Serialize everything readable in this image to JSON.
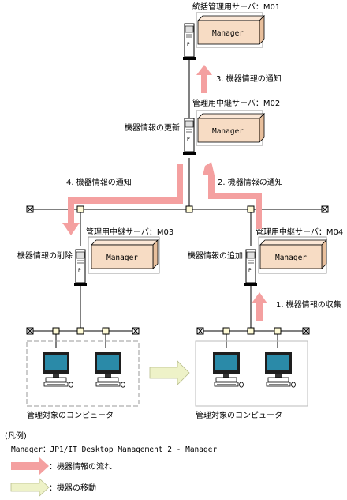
{
  "servers": {
    "m01": {
      "label": "統括管理用サーバ：M01",
      "manager": "Manager"
    },
    "m02": {
      "label": "管理用中継サーバ：M02",
      "manager": "Manager",
      "note": "機器情報の更新"
    },
    "m03": {
      "label": "管理用中継サーバ：M03",
      "manager": "Manager",
      "note": "機器情報の削除"
    },
    "m04": {
      "label": "管理用中継サーバ：M04",
      "manager": "Manager",
      "note": "機器情報の追加"
    }
  },
  "flows": {
    "step1": "1. 機器情報の収集",
    "step2": "2. 機器情報の通知",
    "step3": "3. 機器情報の通知",
    "step4": "4. 機器情報の通知"
  },
  "groups": {
    "left": "管理対象のコンピュータ",
    "right": "管理対象のコンピュータ"
  },
  "legend": {
    "title": "(凡例)",
    "manager_def": "Manager：JP1/IT Desktop Management 2 - Manager",
    "info_flow": "：機器情報の流れ",
    "device_move": "：機器の移動"
  },
  "colors": {
    "flow_arrow": "#f4a0a0",
    "move_arrow": "#eef2c8",
    "manager_box": "#f7dcc4",
    "monitor_screen": "#2a8aa8"
  }
}
